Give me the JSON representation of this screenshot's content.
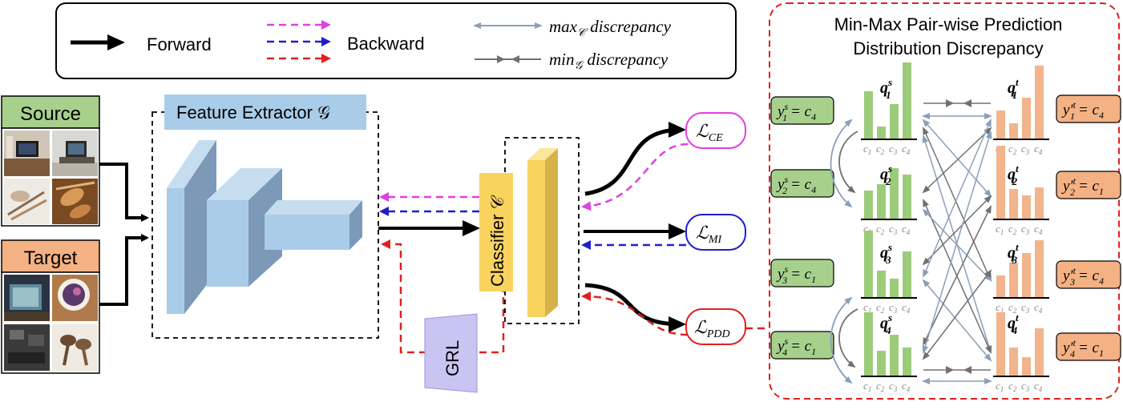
{
  "legend": {
    "forward": "Forward",
    "backward": "Backward",
    "max_label": "max",
    "max_sub": "𝒞",
    "min_label": "min",
    "min_sub": "𝒢",
    "discrepancy": "discrepancy"
  },
  "source_label": "Source",
  "target_label": "Target",
  "feature_extractor_label": "Feature Extractor 𝒢",
  "classifier_label": "Classifier 𝒞",
  "grl_label": "GRL",
  "loss_ce": "CE",
  "loss_mi": "MI",
  "loss_pdd": "PDD",
  "loss_symbol": "ℒ",
  "panel": {
    "title_line1": "Min-Max Pair-wise Prediction",
    "title_line2": "Distribution Discrepancy"
  },
  "source_rows": [
    {
      "q": "q",
      "sup": "s",
      "sub": "1",
      "label_lhs": "y",
      "label_sup": "s",
      "label_sub": "1",
      "label_rhs": "= c",
      "label_rhs_sub": "4",
      "bars": [
        0.3,
        0.08,
        0.22,
        0.48
      ]
    },
    {
      "q": "q",
      "sup": "s",
      "sub": "2",
      "label_lhs": "y",
      "label_sup": "s",
      "label_sub": "2",
      "label_rhs": "= c",
      "label_rhs_sub": "4",
      "bars": [
        0.18,
        0.22,
        0.32,
        0.28
      ]
    },
    {
      "q": "q",
      "sup": "s",
      "sub": "3",
      "label_lhs": "y",
      "label_sup": "s",
      "label_sub": "3",
      "label_rhs": "= c",
      "label_rhs_sub": "1",
      "bars": [
        0.42,
        0.17,
        0.12,
        0.29
      ]
    },
    {
      "q": "q",
      "sup": "s",
      "sub": "4",
      "label_lhs": "y",
      "label_sup": "s",
      "label_sub": "4",
      "label_rhs": "= c",
      "label_rhs_sub": "1",
      "bars": [
        0.4,
        0.16,
        0.26,
        0.18
      ]
    }
  ],
  "target_rows": [
    {
      "q": "q",
      "sup": "t",
      "sub": "1",
      "label_lhs": "y′",
      "label_sup": "t",
      "label_sub": "1",
      "label_rhs": "= c",
      "label_rhs_sub": "4",
      "bars": [
        0.18,
        0.1,
        0.26,
        0.46
      ]
    },
    {
      "q": "q",
      "sup": "t",
      "sub": "2",
      "label_lhs": "y′",
      "label_sup": "t",
      "label_sub": "2",
      "label_rhs": "= c",
      "label_rhs_sub": "1",
      "bars": [
        0.46,
        0.19,
        0.15,
        0.2
      ]
    },
    {
      "q": "q",
      "sup": "t",
      "sub": "3",
      "label_lhs": "y′",
      "label_sup": "t",
      "label_sub": "3",
      "label_rhs": "= c",
      "label_rhs_sub": "4",
      "bars": [
        0.14,
        0.22,
        0.28,
        0.36
      ]
    },
    {
      "q": "q",
      "sup": "t",
      "sub": "4",
      "label_lhs": "y′",
      "label_sup": "t",
      "label_sub": "4",
      "label_rhs": "= c",
      "label_rhs_sub": "1",
      "bars": [
        0.4,
        0.18,
        0.12,
        0.3
      ]
    }
  ],
  "tick_labels": [
    "c",
    "c",
    "c",
    "c"
  ],
  "tick_subs": [
    "1",
    "2",
    "3",
    "4"
  ],
  "colors": {
    "black": "#000000",
    "magenta": "#e040e0",
    "blue": "#1f1fc8",
    "red": "#e02020",
    "steel": "#8aa0b8",
    "gray_arrow": "#707070",
    "green_bar": "#9ccc7a",
    "orange_bar": "#f2b48c",
    "source_fill": "#a8d08d",
    "target_fill": "#f4b183",
    "classifier": "#f8d35e"
  }
}
